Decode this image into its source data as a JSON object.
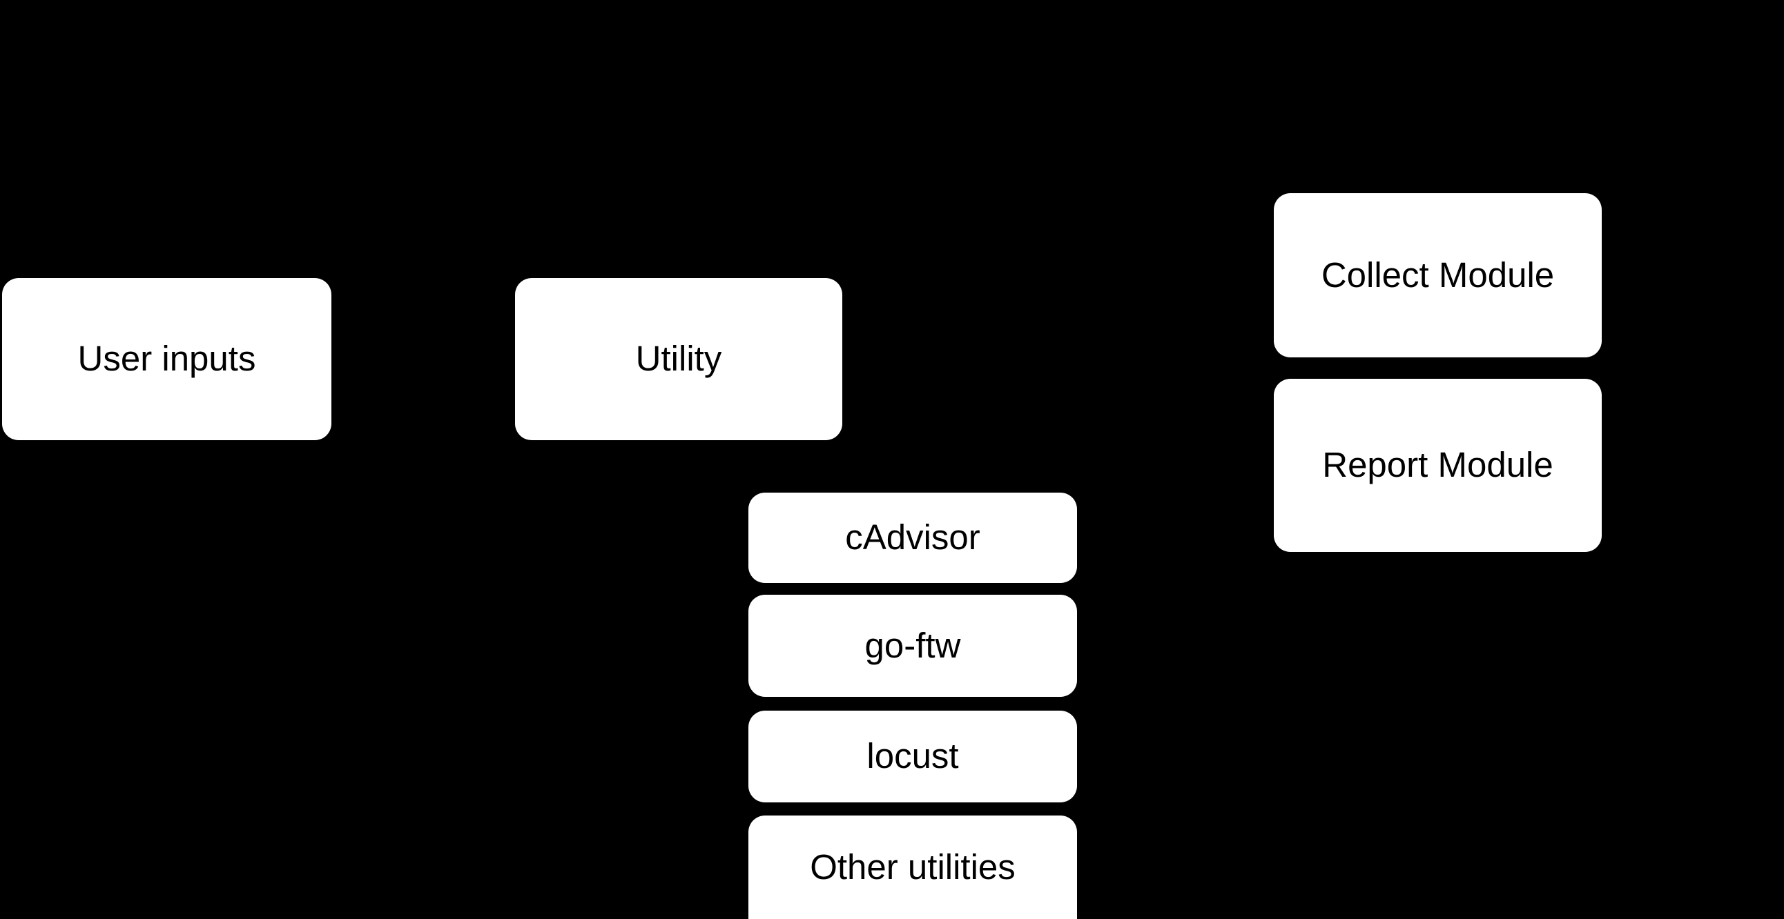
{
  "diagram": {
    "background_color": "#000000",
    "node_fill_color": "#FFFFFF",
    "node_text_color": "#000000",
    "columns": {
      "inputs": {
        "nodes": [
          {
            "id": "user-inputs",
            "label": "User inputs"
          }
        ]
      },
      "utility": {
        "parent": {
          "id": "utility",
          "label": "Utility"
        },
        "children": [
          {
            "id": "cadvisor",
            "label": "cAdvisor"
          },
          {
            "id": "go-ftw",
            "label": "go-ftw"
          },
          {
            "id": "locust",
            "label": "locust"
          },
          {
            "id": "other-utilities",
            "label": "Other utilities"
          }
        ]
      },
      "modules": {
        "nodes": [
          {
            "id": "collect-module",
            "label": "Collect Module"
          },
          {
            "id": "report-module",
            "label": "Report Module"
          }
        ]
      }
    }
  }
}
